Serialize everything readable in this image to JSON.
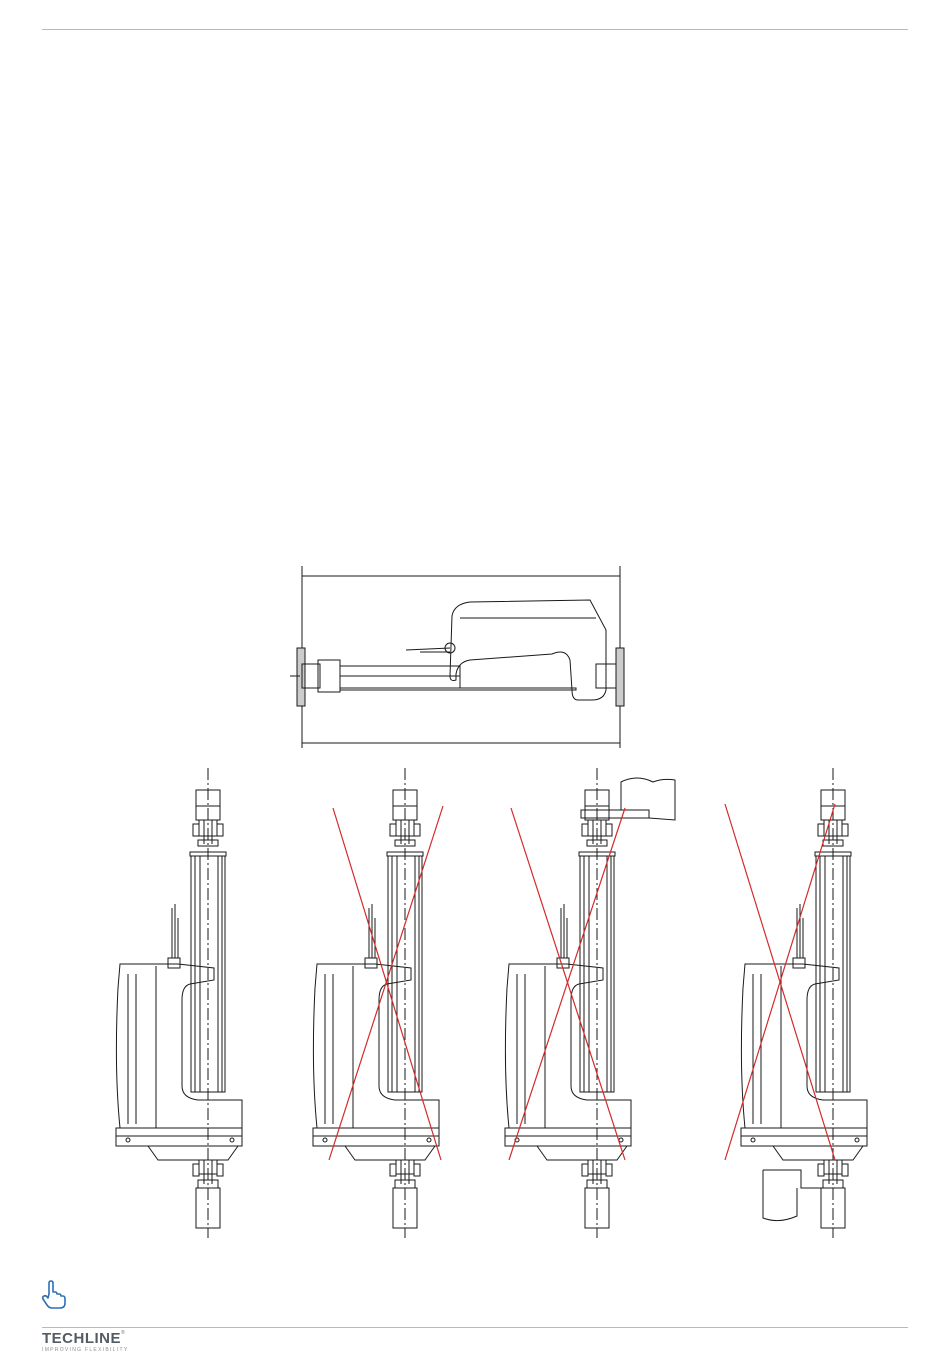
{
  "brand": {
    "name": "TECHLINE",
    "registered_mark": "®",
    "tagline": "IMPROVING FLEXIBILITY"
  },
  "figure": {
    "top_view": {
      "description_visible": false
    },
    "mounting_options": [
      {
        "id": "correct",
        "marked_wrong": false
      },
      {
        "id": "wrong-1",
        "marked_wrong": true
      },
      {
        "id": "wrong-2",
        "marked_wrong": true
      },
      {
        "id": "wrong-3",
        "marked_wrong": true
      }
    ]
  },
  "colors": {
    "line": "#1a1a1a",
    "cross": "#d42a2a",
    "icon": "#2f6fb6",
    "rule": "#b9b9b9"
  },
  "icons": [
    "pointing-hand-icon"
  ]
}
